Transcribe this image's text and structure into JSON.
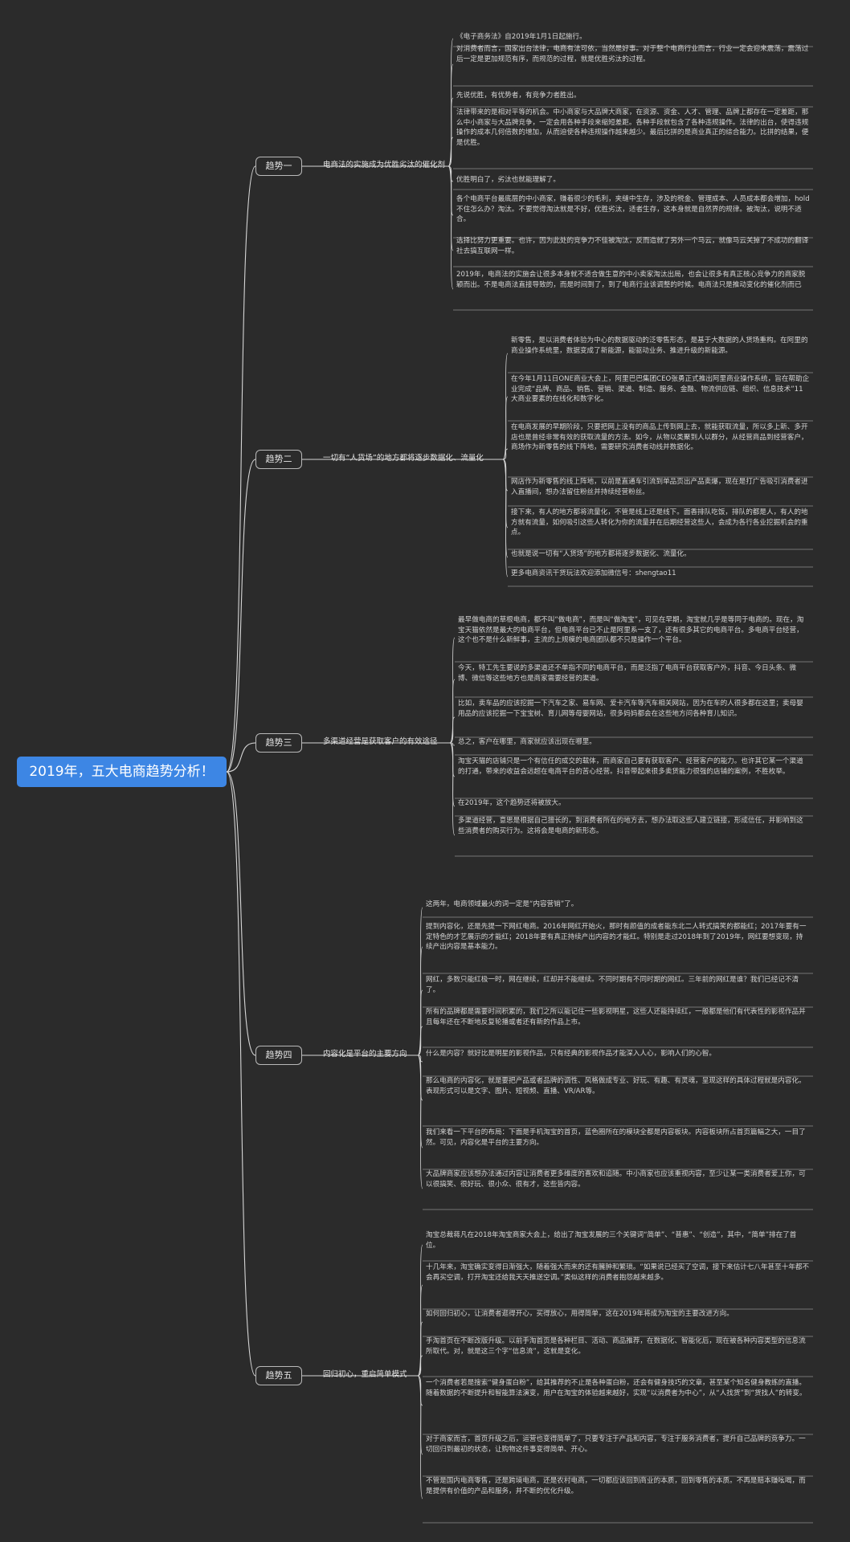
{
  "root_title": "2019年，五大电商趋势分析！",
  "branches": [
    {
      "label": "趋势一",
      "topic": "电商法的实施成为优胜劣汰的催化剂",
      "leaves": [
        "《电子商务法》自2019年1月1日起施行。",
        "对消费者而言，国家出台法律，电商有法可依，当然是好事。对于整个电商行业而言，行业一定会迎来震荡，震荡过后一定是更加规范有序，而规范的过程，就是优胜劣汰的过程。",
        "先说优胜，有优势者，有竞争力者胜出。",
        "法律带来的是相对平等的机会。中小商家与大品牌大商家，在资源、资金、人才、管理、品牌上都存在一定差距，那么中小商家与大品牌竞争，一定会用各种手段来缩短差距。各种手段就包含了各种违规操作。法律的出台，使得违规操作的成本几何倍数的增加，从而迫使各种违规操作越来越少。最后比拼的是商业真正的综合能力。比拼的结果，便是优胜。",
        "优胜明白了，劣汰也就能理解了。",
        "各个电商平台最底层的中小商家，赚着很少的毛利，夹缝中生存，涉及的税金、管理成本、人员成本都会增加，hold不住怎么办？淘汰。不要觉得淘汰就是不好，优胜劣汰，适者生存，这本身就是自然界的规律。被淘汰，说明不适合。",
        "选择比努力更重要。也许，因为此处的竞争力不佳被淘汰，反而造就了另外一个马云，就像马云关掉了不成功的翻译社去搞互联网一样。",
        "2019年，电商法的实施会让很多本身就不适合做生意的中小卖家淘汰出局，也会让很多有真正核心竞争力的商家脱颖而出。不是电商法直接导致的，而是时间到了，到了电商行业该调整的时候。电商法只是推动变化的催化剂而已"
      ]
    },
    {
      "label": "趋势二",
      "topic": "一切有“人货场”的地方都将逐步数据化、流量化",
      "leaves": [
        "新零售，是以消费者体验为中心的数据驱动的泛零售形态，是基于大数据的人货场重构。在阿里的商业操作系统里，数据变成了新能源，能驱动业务、推进升级的新能源。",
        "在今年1月11日ONE商业大会上，阿里巴巴集团CEO张勇正式推出阿里商业操作系统，旨在帮助企业完成“品牌、商品、销售、营销、渠道、制造、服务、金融、物流供应链、组织、信息技术”11大商业要素的在线化和数字化。",
        "在电商发展的早期阶段，只要把网上没有的商品上传到网上去，就能获取流量，所以多上新、多开店也是曾经非常有效的获取流量的方法。如今，从物以类聚到人以群分，从经营商品到经营客户，商场作为新零售的线下阵地，需要研究消费者动线并数据化。",
        "网店作为新零售的线上阵地，以前是直通车引流到单品页出产品卖爆，现在是打广告吸引消费者进入直播间，想办法留住粉丝并持续经营粉丝。",
        "接下来，有人的地方都将流量化，不管是线上还是线下。面香排队吃饭，排队的都是人，有人的地方就有流量，如何吸引这些人转化为你的流量并在后期经营这些人，会成为各行各业挖掘机会的重点。",
        "也就是说一切有“人货场”的地方都将逐步数据化、流量化。",
        "更多电商资讯干货玩法欢迎添加微信号：shengtao11"
      ]
    },
    {
      "label": "趋势三",
      "topic": "多渠道经营是获取客户的有效途径",
      "leaves": [
        "最早做电商的草根电商，都不叫“做电商”，而是叫“做淘宝”，可见在早期，淘宝就几乎是等同于电商的。现在，淘宝天猫依然是最大的电商平台，但电商平台已不止是阿里系一支了，还有很多其它的电商平台。多电商平台经营，这个也不是什么新鲜事，主流的上规模的电商团队都不只是操作一个平台。",
        "今天，特工先生要说的多渠道还不单指不同的电商平台，而是泛指了电商平台获取客户外，抖音、今日头条、微博、微信等这些地方也是商家需要经营的渠道。",
        "比如，卖车品的应该挖掘一下汽车之家、易车网、爱卡汽车等汽车相关网站，因为在车的人很多都在这里；卖母婴用品的应该挖掘一下宝宝树、育儿网等母婴网站，很多妈妈都会在这些地方问各种育儿知识。",
        "总之，客户在哪里，商家就应该出现在哪里。",
        "淘宝天猫的店铺只是一个有信任的成交的载体，而商家自己要有获取客户、经营客户的能力。也许其它某一个渠道的打通，带来的收益会远超在电商平台的苦心经营。抖音带起来很多卖货能力很强的店铺的案例，不胜枚举。",
        "在2019年，这个趋势还将被放大。",
        "多渠道经营，意思是根据自己擅长的，到消费者所在的地方去，想办法取这些人建立链接，形成信任，并影响到这些消费者的购买行为。这将会是电商的新形态。"
      ]
    },
    {
      "label": "趋势四",
      "topic": "内容化是平台的主要方向",
      "leaves": [
        "这两年，电商领域最火的词一定是“内容营销”了。",
        "提到内容化，还是先提一下网红电商。2016年网红开始火，那时有颜值的成者能东北二人转式搞笑的都能红；2017年要有一定特色的才艺展示的才能红；2018年要有真正持续产出内容的才能红。特别是走过2018年到了2019年，网红要想变现，持续产出内容是基本能力。",
        "网红，多数只能红极一时，网在继续，红却并不能继续。不同时期有不同时期的网红。三年前的网红是谁？我们已经记不清了。",
        "所有的品牌都是需要时间积累的，我们之所以能记住一些影视明星，这些人还能持续红，一般都是他们有代表性的影视作品并且每年还在不断地反复轮播或者还有新的作品上市。",
        "什么是内容？就好比是明星的影视作品，只有经典的影视作品才能深入人心，影响人们的心智。",
        "那么电商的内容化，就是要把产品或者品牌的调性、风格做成专业、好玩、有趣、有灵魂，呈现这样的具体过程就是内容化。表现形式可以是文字、图片、短视频、直播、VR/AR等。",
        "我们来看一下平台的布局：下面是手机淘宝的首页，蓝色圈所在的模块全都是内容板块。内容板块所占首页篇幅之大，一目了然。可见，内容化是平台的主要方向。",
        "大品牌商家应该想办法通过内容让消费者更多维度的喜欢和追随。中小商家也应该重视内容，至少让某一类消费者爱上你，可以很搞笑、很好玩、很小众、很有才，这些皆内容。"
      ]
    },
    {
      "label": "趋势五",
      "topic": "回归初心，重启简单模式",
      "leaves": [
        "淘宝总裁蒋凡在2018年淘宝商家大会上，给出了淘宝发展的三个关键词“简单”、“普惠”、“创造”，其中，“简单”排在了首位。",
        "十几年来，淘宝确实变得日渐强大，随着强大而来的还有臃肿和繁琐。“如果说已经买了空调，接下来估计七八年甚至十年都不会再买空调，打开淘宝还给我天天推送空调。”类似这样的消费者抱怨越来越多。",
        "如何回归初心，让消费者逛得开心，买得放心，用得简单，这在2019年将成为淘宝的主要改进方向。",
        "手淘首页在不断改版升级。以前手淘首页是各种栏目、活动、商品推荐，在数据化、智能化后，现在被各种内容类型的信息流所取代。对，就是这三个字“信息流”，这就是变化。",
        "一个消费者若是搜索“健身蛋白粉”，给其推荐的不止是各种蛋白粉，还会有健身技巧的文章，甚至某个知名健身教练的直播。随着数据的不断提升和智能算法演变，用户在淘宝的体验越来越好，实现“以消费者为中心”，从“人找货”到“货找人”的转变。",
        "对于商家而言，首页升级之后，运营也变得简单了，只要专注于产品和内容，专注于服务消费者，提升自己品牌的竞争力。一切回归到最初的状态，让购物这件事变得简单、开心。",
        "不管是国内电商零售，还是跨境电商，还是农村电商，一切都应该回到商业的本质，回到零售的本质。不再是赔本赚吆喝，而是提供有价值的产品和服务，并不断的优化升级。"
      ]
    }
  ],
  "colors": {
    "background": "#2b2b2b",
    "root_fill": "#3d86e4",
    "line": "#d6d6d6",
    "text": "#e4e4e4"
  }
}
